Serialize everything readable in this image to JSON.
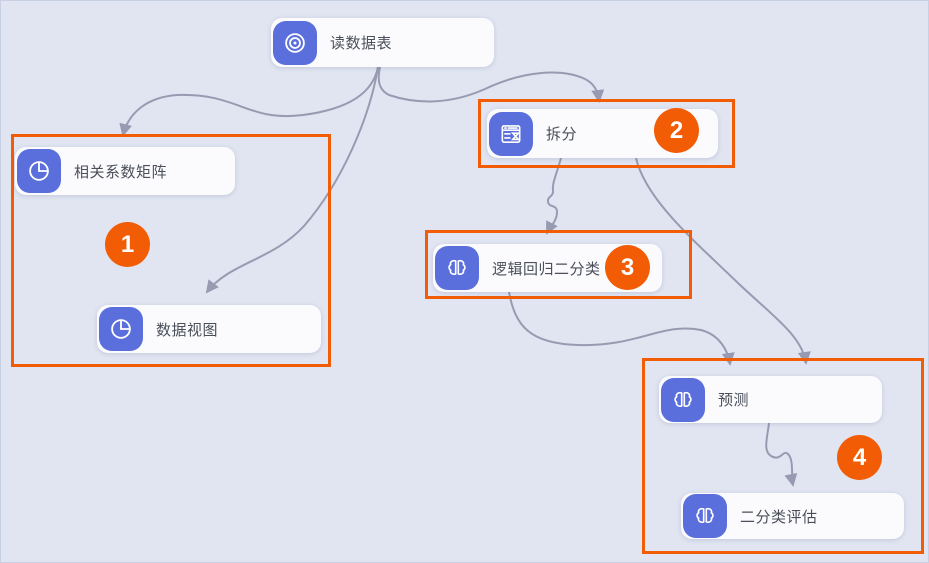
{
  "canvas": {
    "background_color": "#e1e5f1",
    "edge_color": "#969bb1",
    "accent_orange": "#f25c05",
    "icon_blue": "#5a6edc"
  },
  "nodes": [
    {
      "id": "read-table",
      "label": "读数据表",
      "icon": "target-icon"
    },
    {
      "id": "corr-matrix",
      "label": "相关系数矩阵",
      "icon": "pie-chart-icon"
    },
    {
      "id": "data-view",
      "label": "数据视图",
      "icon": "pie-chart-icon"
    },
    {
      "id": "split",
      "label": "拆分",
      "icon": "split-table-icon"
    },
    {
      "id": "logistic",
      "label": "逻辑回归二分类",
      "icon": "brain-icon"
    },
    {
      "id": "predict",
      "label": "预测",
      "icon": "brain-icon"
    },
    {
      "id": "binary-eval",
      "label": "二分类评估",
      "icon": "brain-icon"
    }
  ],
  "groups": [
    {
      "number": "1"
    },
    {
      "number": "2"
    },
    {
      "number": "3"
    },
    {
      "number": "4"
    }
  ],
  "edges": [
    {
      "from": "读数据表",
      "to": "相关系数矩阵"
    },
    {
      "from": "读数据表",
      "to": "数据视图"
    },
    {
      "from": "读数据表",
      "to": "拆分"
    },
    {
      "from": "拆分",
      "to": "逻辑回归二分类"
    },
    {
      "from": "拆分",
      "to": "预测"
    },
    {
      "from": "逻辑回归二分类",
      "to": "预测"
    },
    {
      "from": "预测",
      "to": "二分类评估"
    }
  ]
}
